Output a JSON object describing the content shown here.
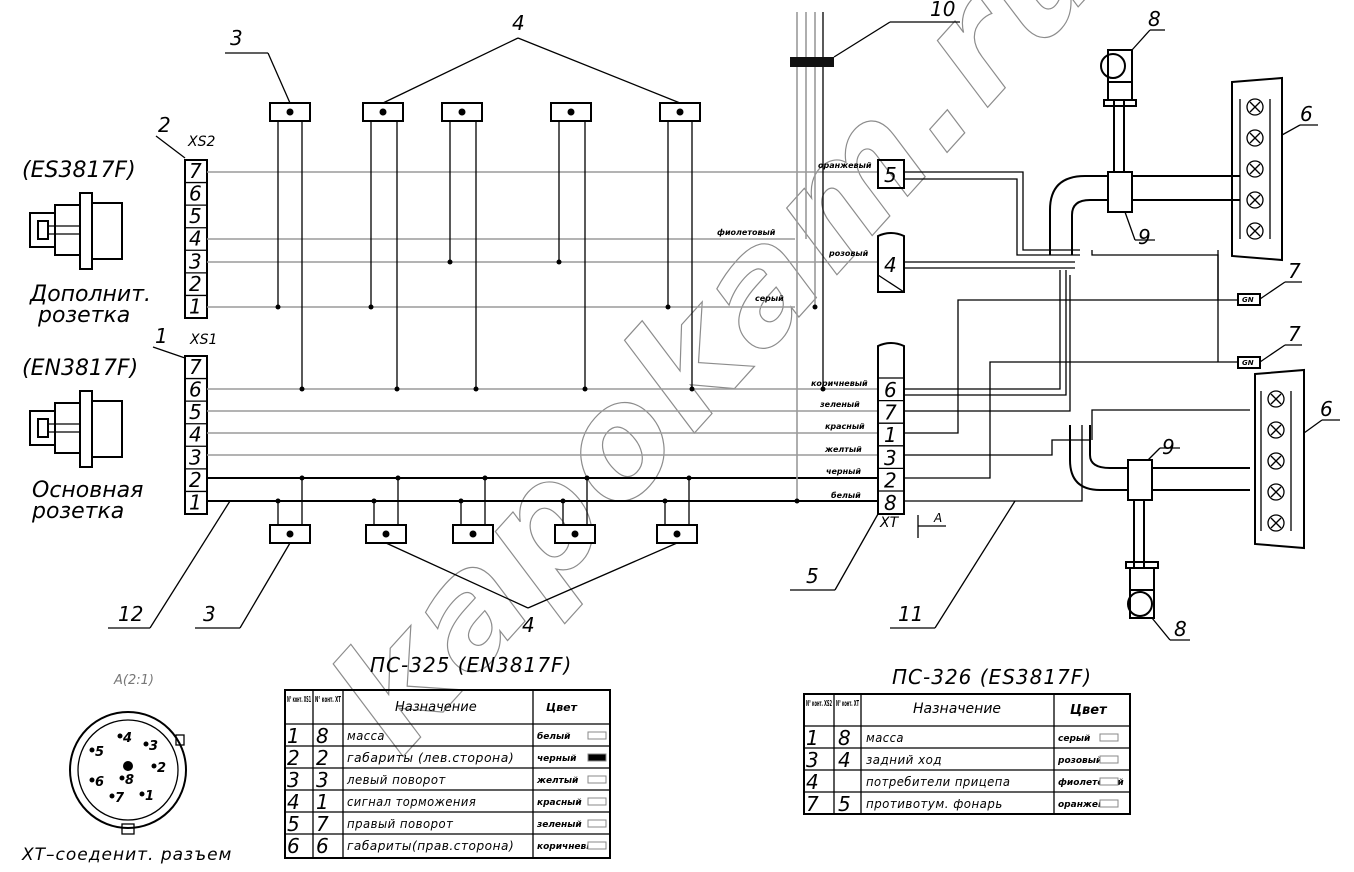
{
  "plugs": {
    "additional": {
      "code": "(ES3817F)",
      "ref": "XS2",
      "callout": "2",
      "caption1": "Дополнит.",
      "caption2": "розетка"
    },
    "main": {
      "code": "(EN3817F)",
      "ref": "XS1",
      "callout": "1",
      "caption1": "Основная",
      "caption2": "розетка"
    }
  },
  "pins": [
    "7",
    "6",
    "5",
    "4",
    "3",
    "2",
    "1"
  ],
  "callouts": {
    "top_clamp": "3",
    "top_group": "4",
    "bottom_clamp": "3",
    "bottom_group": "4",
    "trunk": "12",
    "connector": "5",
    "harness": "11",
    "sleeve": "10",
    "lamp_top": "8",
    "lamp_bottom": "8",
    "light_top": "6",
    "light_bottom": "6",
    "grommet_top": "9",
    "grommet_bottom": "9",
    "sensor_1": "7",
    "sensor_2": "7"
  },
  "xt_connector": {
    "label": "XT",
    "section": "A",
    "upper_pins": [
      {
        "pin": "5",
        "color": "оранжевый"
      },
      {
        "pin": "4",
        "color": "розовый"
      }
    ],
    "lower_pins": [
      {
        "pin": "6",
        "color": "коричневый"
      },
      {
        "pin": "7",
        "color": "зеленый"
      },
      {
        "pin": "1",
        "color": "красный"
      },
      {
        "pin": "3",
        "color": "желтый"
      },
      {
        "pin": "2",
        "color": "черный"
      },
      {
        "pin": "8",
        "color": "белый"
      }
    ],
    "side_wires": [
      "фиолетовый",
      "серый"
    ]
  },
  "detail": {
    "title": "A(2:1)",
    "pins": [
      "4",
      "3",
      "5",
      "2",
      "6",
      "8",
      "7",
      "1"
    ],
    "caption": "XT–соеденит. разъем"
  },
  "table_ps325": {
    "title": "ПС-325 (EN3817F)",
    "headers": {
      "col1": "N° конт. XS1",
      "col2": "N° конт. XT",
      "col3": "Назначение",
      "col4": "Цвет"
    },
    "rows": [
      {
        "a": "1",
        "b": "8",
        "purpose": "масса",
        "color": "белый",
        "swatch": "#ffffff"
      },
      {
        "a": "2",
        "b": "2",
        "purpose": "габариты (лев.сторона)",
        "color": "черный",
        "swatch": "#000000"
      },
      {
        "a": "3",
        "b": "3",
        "purpose": "левый поворот",
        "color": "желтый",
        "swatch": "#ffffff"
      },
      {
        "a": "4",
        "b": "1",
        "purpose": "сигнал торможения",
        "color": "красный",
        "swatch": "#ffffff"
      },
      {
        "a": "5",
        "b": "7",
        "purpose": "правый поворот",
        "color": "зеленый",
        "swatch": "#ffffff"
      },
      {
        "a": "6",
        "b": "6",
        "purpose": "габариты(прав.сторона)",
        "color": "коричневый",
        "swatch": "#ffffff"
      }
    ]
  },
  "table_ps326": {
    "title": "ПС-326 (ES3817F)",
    "headers": {
      "col1": "N° конт. XS2",
      "col2": "N° конт. XT",
      "col3": "Назначение",
      "col4": "Цвет"
    },
    "rows": [
      {
        "a": "1",
        "b": "8",
        "purpose": "масса",
        "color": "серый",
        "swatch": "#ffffff"
      },
      {
        "a": "3",
        "b": "4",
        "purpose": "задний ход",
        "color": "розовый",
        "swatch": "#ffffff"
      },
      {
        "a": "4",
        "b": "",
        "purpose": "потребители прицепа",
        "color": "фиолетовый",
        "swatch": "#ffffff"
      },
      {
        "a": "7",
        "b": "5",
        "purpose": "противотум. фонарь",
        "color": "оранжевый",
        "swatch": "#ffffff"
      }
    ]
  },
  "watermark": "kapokam.ru"
}
